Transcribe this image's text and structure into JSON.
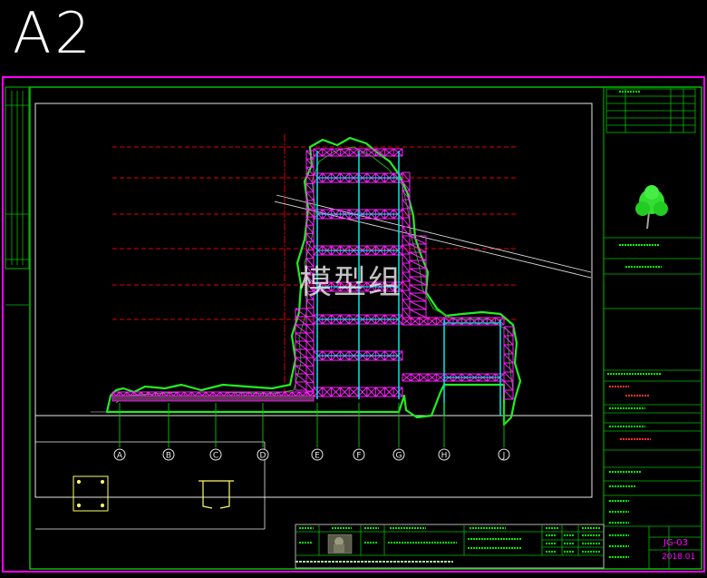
{
  "sheet": {
    "size_label": "A2",
    "watermark": "模型组",
    "drawing_number": "JG-03",
    "date": "2018.01"
  },
  "axes": [
    "A",
    "B",
    "C",
    "D",
    "E",
    "F",
    "G",
    "H",
    "J"
  ],
  "colors": {
    "background": "#000000",
    "sheet_border": "#ff00ff",
    "frame": "#00ff00",
    "rock_outline": "#00ff00",
    "steel_truss": "#ff00ff",
    "steel_column": "#00ffff",
    "level_line": "#ff0000",
    "grid_line": "#00ff00",
    "white_line": "#ffffff"
  }
}
